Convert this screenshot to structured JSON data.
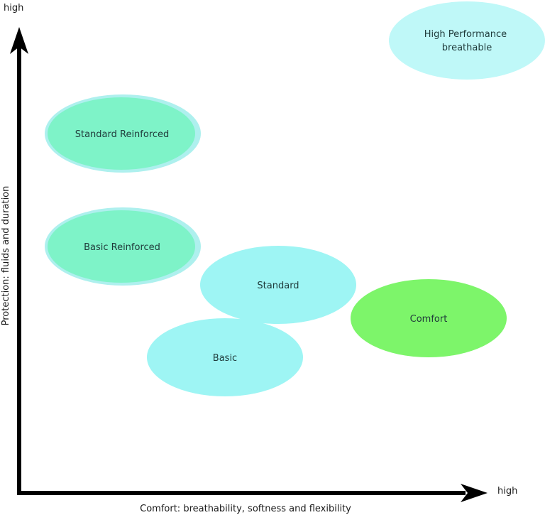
{
  "axes": {
    "y": {
      "title": "Protection: fluids and duration",
      "high_label": "high"
    },
    "x": {
      "title": "Comfort: breathability, softness and flexibility",
      "high_label": "high"
    }
  },
  "colors": {
    "cyan": "#9ef5f4",
    "cyan_pale": "#bff8f8",
    "mint": "#7ef3c8",
    "mint_ring": "#aef0ee",
    "green": "#7df56a",
    "axis": "#000000"
  },
  "products": [
    {
      "id": "high-performance-breathable",
      "lines": [
        "High Performance",
        "breathable"
      ]
    },
    {
      "id": "standard-reinforced",
      "lines": [
        "Standard Reinforced"
      ]
    },
    {
      "id": "basic-reinforced",
      "lines": [
        "Basic Reinforced"
      ]
    },
    {
      "id": "standard",
      "lines": [
        "Standard"
      ]
    },
    {
      "id": "comfort",
      "lines": [
        "Comfort"
      ]
    },
    {
      "id": "basic",
      "lines": [
        "Basic"
      ]
    }
  ]
}
